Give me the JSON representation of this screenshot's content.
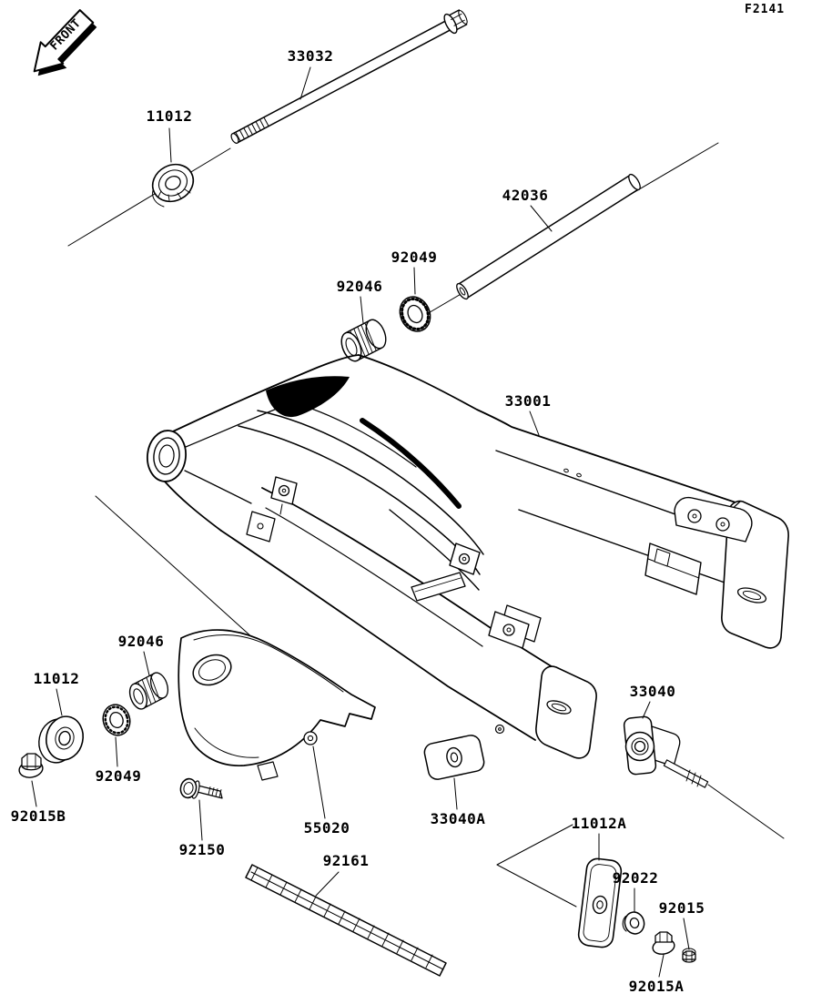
{
  "page": {
    "code": "F2141"
  },
  "front_arrow": {
    "label": "FRONT"
  },
  "colors": {
    "ink": "#000000",
    "paper": "#ffffff"
  },
  "labels": [
    {
      "part": "33032",
      "text": "33032"
    },
    {
      "part": "11012",
      "text": "11012"
    },
    {
      "part": "42036",
      "text": "42036"
    },
    {
      "part": "92049",
      "text": "92049"
    },
    {
      "part": "92046",
      "text": "92046"
    },
    {
      "part": "33001",
      "text": "33001"
    },
    {
      "part": "92046",
      "text": "92046"
    },
    {
      "part": "11012",
      "text": "11012"
    },
    {
      "part": "92049",
      "text": "92049"
    },
    {
      "part": "92015B",
      "text": "92015B"
    },
    {
      "part": "92150",
      "text": "92150"
    },
    {
      "part": "55020",
      "text": "55020"
    },
    {
      "part": "33040A",
      "text": "33040A"
    },
    {
      "part": "92161",
      "text": "92161"
    },
    {
      "part": "33040",
      "text": "33040"
    },
    {
      "part": "11012A",
      "text": "11012A"
    },
    {
      "part": "92022",
      "text": "92022"
    },
    {
      "part": "92015",
      "text": "92015"
    },
    {
      "part": "92015A",
      "text": "92015A"
    }
  ]
}
